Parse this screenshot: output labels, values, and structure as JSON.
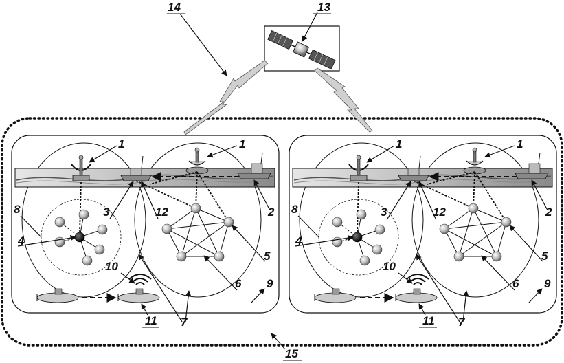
{
  "labels": {
    "buoy": "1",
    "surface_band": "2",
    "ship": "3",
    "central_node": "4",
    "mesh_node": "5",
    "mesh_cluster": "6",
    "boundary": "7",
    "star_cluster": "8",
    "subnet": "9",
    "acoustic_signal": "10",
    "submarine": "11",
    "ship_link": "12",
    "satellite": "13",
    "radio_link": "14",
    "system": "15"
  },
  "colors": {
    "stroke": "#111111",
    "node_fill": "#c8c8c8",
    "node_dark": "#111111",
    "water_light": "#d8d8d8",
    "water_dark": "#6e6e6e"
  }
}
